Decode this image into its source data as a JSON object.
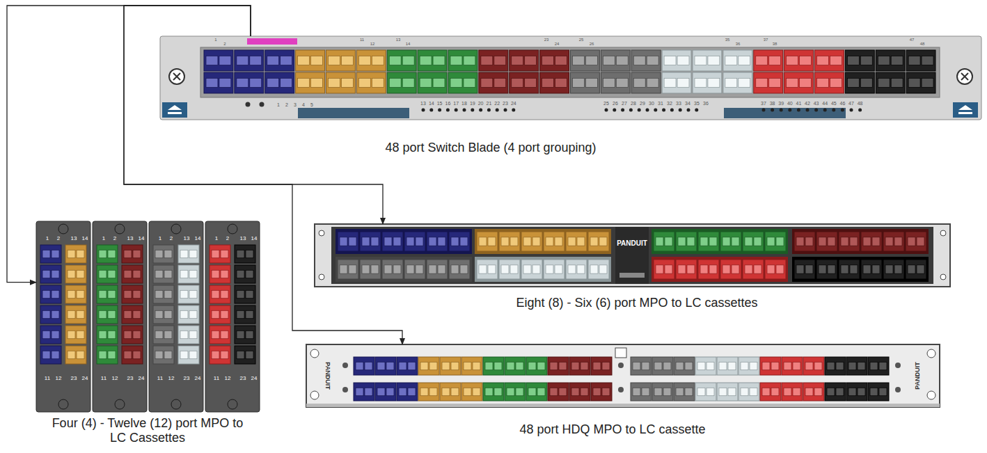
{
  "diagram": {
    "nodes": [
      {
        "text": [
          "48 port Switch Blade (4 port grouping)"
        ]
      },
      {
        "text": [
          "Four (4) - Twelve (12) port MPO to LC Cassettes"
        ]
      },
      {
        "text": [
          "Eight (8) - Six (6) port MPO to LC cassettes"
        ]
      },
      {
        "text": [
          "48 port HDQ MPO to LC cassette"
        ]
      }
    ],
    "edges": [
      {
        "from": 0,
        "to": 1,
        "arrow": "to"
      },
      {
        "from": 0,
        "to": 2,
        "arrow": "to"
      },
      {
        "from": 0,
        "to": 3,
        "arrow": "to"
      }
    ],
    "labels": [
      "1",
      "2",
      "11",
      "12",
      "13",
      "14",
      "23",
      "24",
      "25",
      "26",
      "35",
      "36",
      "37",
      "38",
      "47",
      "48",
      "1",
      "2",
      "3",
      "4",
      "5",
      "13",
      "14",
      "15",
      "16",
      "17",
      "18",
      "19",
      "20",
      "21",
      "22",
      "23",
      "24",
      "25",
      "26",
      "27",
      "28",
      "29",
      "30",
      "31",
      "32",
      "33",
      "34",
      "35",
      "36",
      "37",
      "38",
      "39",
      "40",
      "41",
      "42",
      "43",
      "44",
      "45",
      "46",
      "47",
      "48",
      "1",
      "2",
      "13",
      "14",
      "11",
      "12",
      "23",
      "24",
      "1",
      "2",
      "13",
      "14",
      "11",
      "12",
      "23",
      "24",
      "1",
      "2",
      "13",
      "14",
      "11",
      "12",
      "23",
      "24",
      "1",
      "2",
      "13",
      "14",
      "11",
      "12",
      "23",
      "24",
      "PANDUIT",
      "PANDUIT",
      "PANDUIT"
    ]
  }
}
